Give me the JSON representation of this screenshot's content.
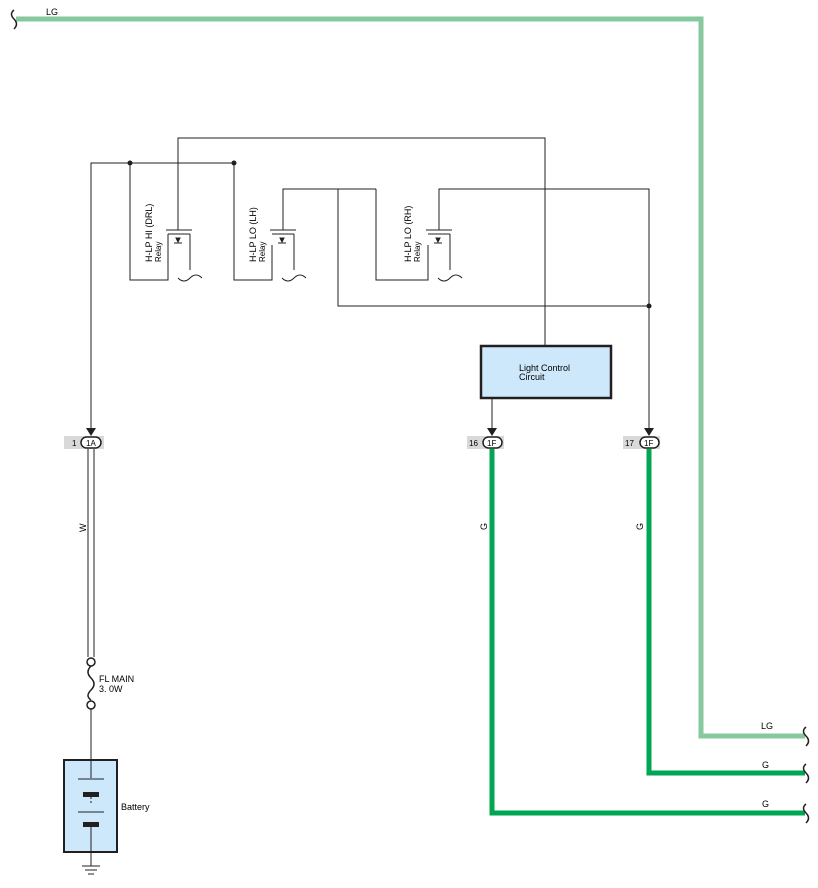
{
  "wires": {
    "top_color": "LG",
    "out_lg": "LG",
    "out_g1": "G",
    "out_g2": "G",
    "w_color": "W",
    "g_color_16": "G",
    "g_color_17": "G"
  },
  "relays": {
    "drl": {
      "name": "H-LP HI (DRL)",
      "type": "Relay"
    },
    "lo_lh": {
      "name": "H-LP LO (LH)",
      "type": "Relay"
    },
    "lo_rh": {
      "name": "H-LP LO (RH)",
      "type": "Relay"
    }
  },
  "control": {
    "line1": "Light Control",
    "line2": "Circuit"
  },
  "connectors": {
    "c1": {
      "pin": "1",
      "code": "1A"
    },
    "c16": {
      "pin": "16",
      "code": "1F"
    },
    "c17": {
      "pin": "17",
      "code": "1F"
    }
  },
  "fuse": {
    "name": "FL MAIN",
    "rating": "3. 0W"
  },
  "battery": {
    "label": "Battery"
  },
  "colors": {
    "wire_lg": "#85c99c",
    "wire_g": "#00a651",
    "box_fill": "#cce8fa",
    "connector_bg": "#d9d9d9",
    "line": "#231f20"
  }
}
